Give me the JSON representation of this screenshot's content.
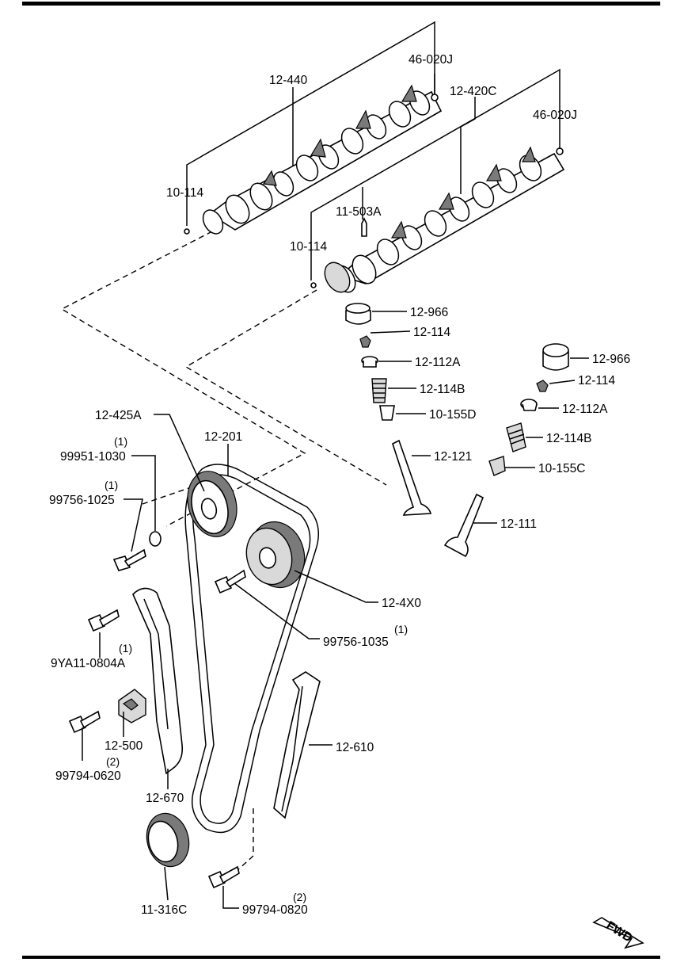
{
  "callouts": {
    "c_46020J_a": "46-020J",
    "c_12440": "12-440",
    "c_12420C": "12-420C",
    "c_46020J_b": "46-020J",
    "c_10114_a": "10-114",
    "c_11503A": "11-503A",
    "c_10114_b": "10-114",
    "c_12966_a": "12-966",
    "c_12114_a": "12-114",
    "c_12112A_a": "12-112A",
    "c_12114B_a": "12-114B",
    "c_10155D": "10-155D",
    "c_12121": "12-121",
    "c_12966_b": "12-966",
    "c_12114_b": "12-114",
    "c_12112A_b": "12-112A",
    "c_12114B_b": "12-114B",
    "c_10155C": "10-155C",
    "c_12111": "12-111",
    "c_12425A": "12-425A",
    "c_12201": "12-201",
    "c_99951": "99951-1030",
    "c_99756_1025": "99756-1025",
    "c_124X0": "12-4X0",
    "c_99756_1035": "99756-1035",
    "c_9YA11": "9YA11-0804A",
    "c_12500": "12-500",
    "c_99794_0620": "99794-0620",
    "c_12670": "12-670",
    "c_12610": "12-610",
    "c_11316C": "11-316C",
    "c_99794_0820": "99794-0820"
  },
  "quantities": {
    "q_99951": "(1)",
    "q_99756_1025": "(1)",
    "q_99756_1035": "(1)",
    "q_9YA11": "(1)",
    "q_99794_0620": "(2)",
    "q_99794_0820": "(2)"
  },
  "fwd_label": "FWD"
}
